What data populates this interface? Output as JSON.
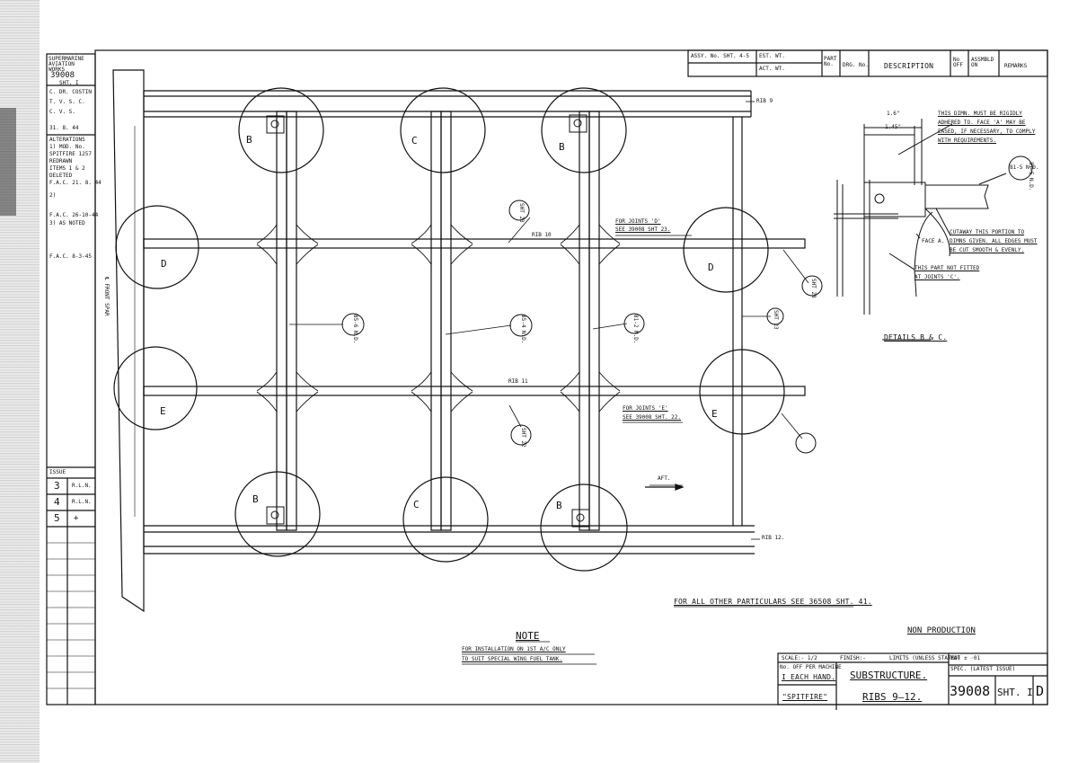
{
  "title_block": {
    "assy_no": "ASSY. No. SHT. 4-5",
    "est_wt": "EST. WT.",
    "act_wt": "ACT. WT.",
    "part_no": "PART No.",
    "drg_no": "DRG. No.",
    "description": "DESCRIPTION",
    "no_off": "No OFF",
    "assmbld_on": "ASSMBLD ON",
    "remarks": "REMARKS",
    "scale": "SCALE:- 1/2",
    "finish": "FINISH:-",
    "limits": "LIMITS (UNLESS STATED) ± ·01",
    "no_off_per_machine": "No. OFF PER MACHINE",
    "each_hand": "I EACH HAND.",
    "spitfire": "\"SPITFIRE\"",
    "substructure": "SUBSTRUCTURE.",
    "ribs": "RIBS 9—12.",
    "mat": "MAT",
    "spec": "SPEC. (LATEST ISSUE)",
    "drawing_no": "39008",
    "sheet": "SHT. I",
    "issue_letter": "D",
    "non_production": "NON PRODUCTION"
  },
  "left_column": {
    "header": "SUPERMARINE AVIATION WORKS",
    "drawing_no": "39008",
    "sheet": "SHT. I",
    "lines": [
      "C. DR. COSTIN",
      "T. V. S. C.",
      "C. V. S.",
      "31. 8. 44"
    ],
    "alterations_title": "ALTERATIONS",
    "alterations": [
      "1) MOD. No.",
      "SPITFIRE 1257",
      "REDRAWN",
      "ITEMS 1 & 2",
      "DELETED",
      "F.A.C. 21. 8. 44",
      "2)",
      "F.A.C. 26-10-44",
      "3) AS NOTED",
      "F.A.C. 8-3-45"
    ],
    "issue_label": "ISSUE",
    "issues": [
      {
        "no": "3",
        "by": "R.L.N."
      },
      {
        "no": "4",
        "by": "R.L.N."
      },
      {
        "no": "5",
        "by": "+"
      }
    ]
  },
  "drawing": {
    "rib_labels": [
      "RIB 9",
      "RIB 10",
      "RIB 11",
      "RIB 12."
    ],
    "front_spar": "℄ FRONT SPAR",
    "circles": {
      "b": "B",
      "c": "C",
      "d": "D",
      "e": "E"
    },
    "part_labels": [
      "85-6 N.D.",
      "85-4 N.D.",
      "81-2 N.D.",
      "81-5 N.D."
    ],
    "sht_refs": [
      "SHT 23",
      "SHT 22",
      "SHT 23",
      "SHT 28"
    ],
    "joint_d_note": [
      "FOR JOINTS 'D'",
      "SEE 39008 SHT 23."
    ],
    "joint_e_note": [
      "FOR JOINTS 'E'",
      "SEE 39008 SHT. 22."
    ],
    "aft": "AFT.",
    "other_particulars": "FOR ALL OTHER PARTICULARS SEE 36508 SHT. 41.",
    "note_title": "NOTE",
    "note_lines": [
      "FOR INSTALLATION ON 1ST A/C ONLY",
      "TO SUIT SPECIAL WING FUEL TANK."
    ]
  },
  "details": {
    "title": "DETAILS B & C.",
    "dim1": "1.6\"",
    "dim2": "1.45\"",
    "note_top": [
      "THIS DIMN. MUST BE RIGIDLY",
      "ADHERED TO. FACE 'A' MAY BE",
      "EASED, IF NECESSARY, TO COMPLY",
      "WITH REQUIREMENTS."
    ],
    "ref": "81-5 N.D.",
    "face_a": "FACE A.",
    "cutaway": [
      "CUTAWAY THIS PORTION TO",
      "DIMNS GIVEN. ALL EDGES MUST",
      "BE CUT SMOOTH & EVENLY."
    ],
    "not_fitted": [
      "THIS PART NOT FITTED",
      "AT JOINTS 'C'."
    ]
  },
  "colors": {
    "ink": "#111111",
    "paper": "#ffffff",
    "smudge": "#555555"
  }
}
